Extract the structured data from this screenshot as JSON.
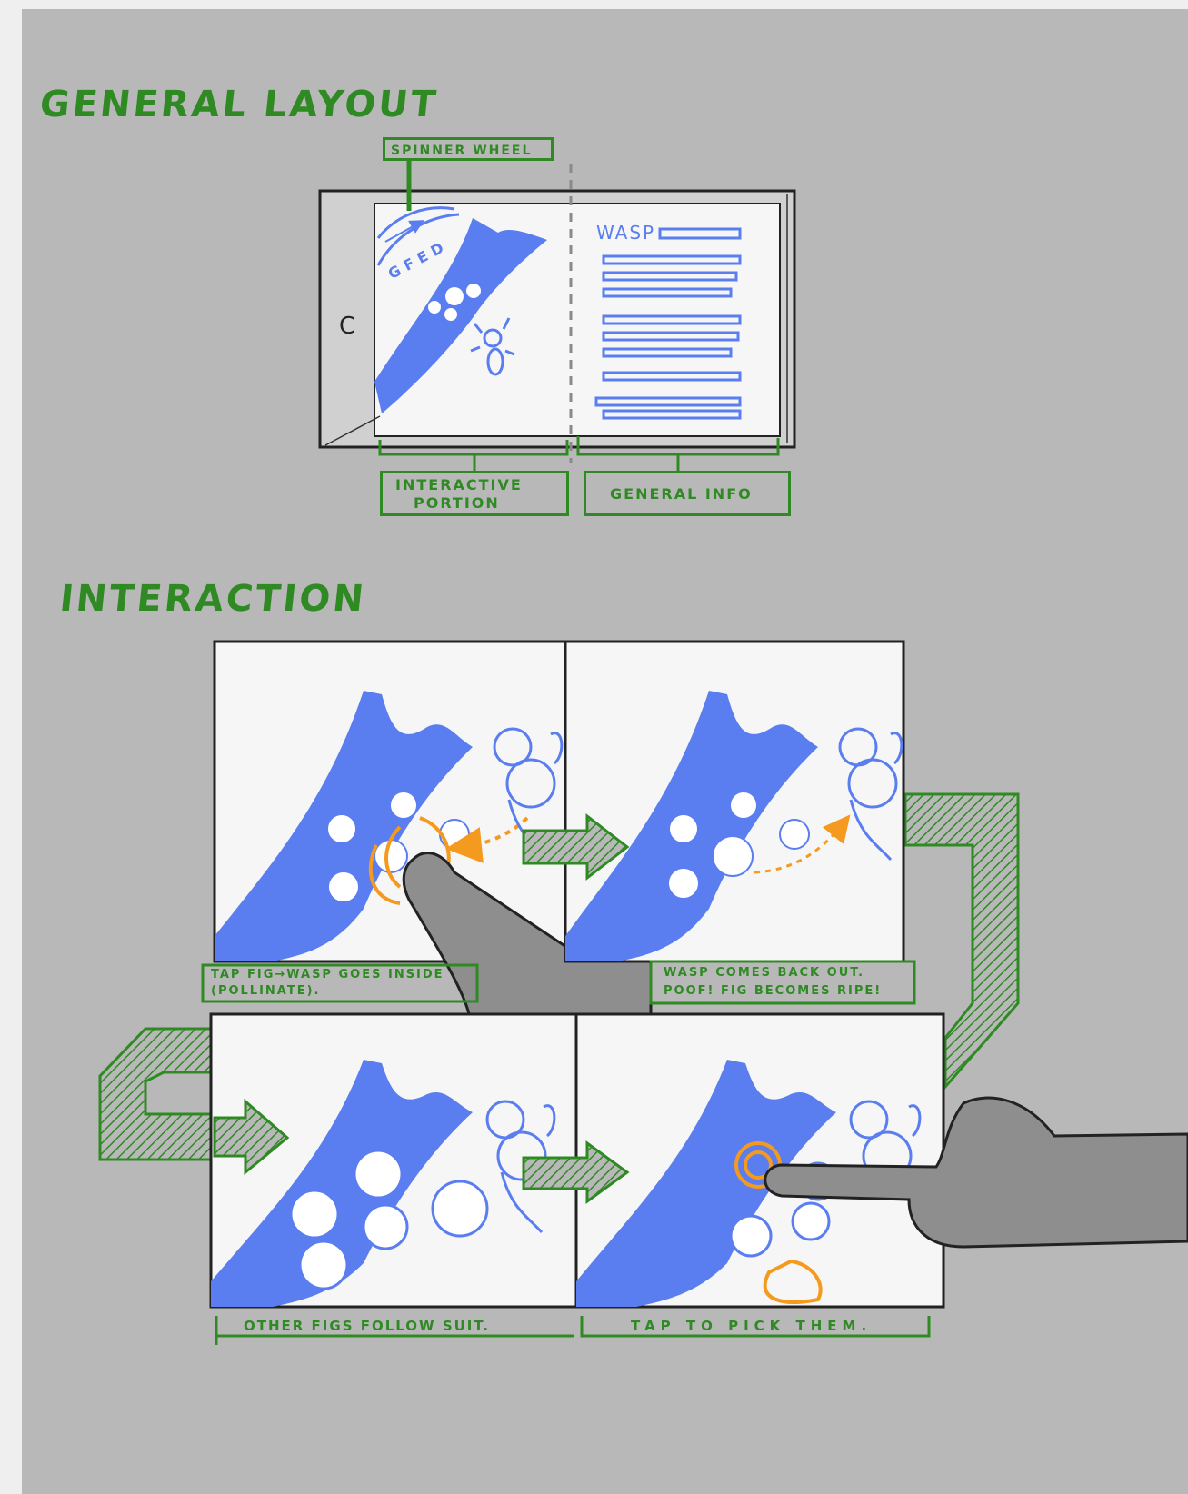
{
  "sections": {
    "general_layout_title": "GENERAL LAYOUT",
    "interaction_title": "INTERACTION"
  },
  "layout_sketch": {
    "spinner_wheel_label": "SPINNER WHEEL",
    "wheel_letters": [
      "G",
      "F",
      "E",
      "D"
    ],
    "home_button_glyph": "C",
    "panel_title": "WASP",
    "interactive_label_line1": "INTERACTIVE",
    "interactive_label_line2": "PORTION",
    "general_info_label": "GENERAL INFO"
  },
  "storyboard": {
    "panel1_caption_line1": "TAP FIG→WASP GOES INSIDE",
    "panel1_caption_line2": "(POLLINATE).",
    "panel2_caption_line1": "WASP COMES BACK OUT.",
    "panel2_caption_line2": "POOF! FIG BECOMES RIPE!",
    "panel3_caption": "OTHER FIGS FOLLOW SUIT.",
    "panel4_caption": "TAP TO PICK THEM."
  },
  "colors": {
    "annotation_green": "#2f8a24",
    "sketch_blue": "#5a7ef0",
    "highlight_orange": "#f39a1f",
    "paper": "#f6f6f6",
    "background": "#b8b8b8"
  }
}
